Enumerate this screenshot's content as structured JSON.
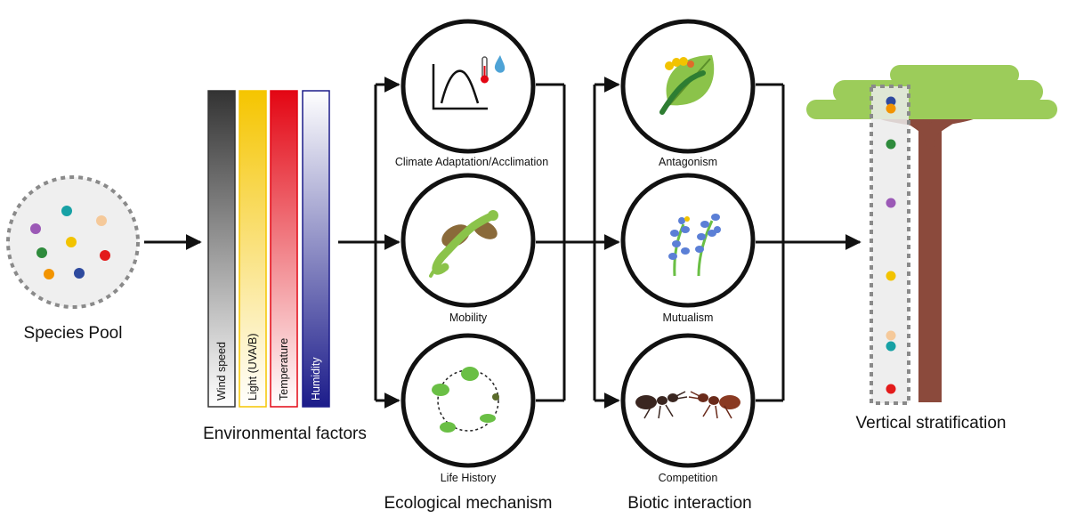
{
  "species_pool": {
    "label": "Species Pool",
    "dot_colors": [
      "#9b59b6",
      "#17a1a5",
      "#f5c99a",
      "#f2c300",
      "#2e8b3c",
      "#e31b1b",
      "#f29400",
      "#2e4a9e"
    ]
  },
  "environmental_factors": {
    "label": "Environmental factors",
    "bars": [
      {
        "label": "Wind speed",
        "color": "#333333"
      },
      {
        "label": "Light (UVA/B)",
        "color": "#f5c500"
      },
      {
        "label": "Temperature",
        "color": "#e30613"
      },
      {
        "label": "Humidity",
        "color": "#1c1c8a"
      }
    ]
  },
  "ecological_mechanism": {
    "label": "Ecological mechanism",
    "items": [
      {
        "label": "Climate Adaptation/Acclimation",
        "icon": "thermal-curve-icon"
      },
      {
        "label": "Mobility",
        "icon": "lizard-icon"
      },
      {
        "label": "Life History",
        "icon": "frog-life-cycle-icon"
      }
    ]
  },
  "biotic_interaction": {
    "label": "Biotic interaction",
    "items": [
      {
        "label": "Antagonism",
        "icon": "caterpillar-leaf-icon"
      },
      {
        "label": "Mutualism",
        "icon": "pollinator-flower-icon"
      },
      {
        "label": "Competition",
        "icon": "ants-icon"
      }
    ]
  },
  "vertical_stratification": {
    "label": "Vertical stratification",
    "dot_colors": [
      "#2e4a9e",
      "#f29400",
      "#2e8b3c",
      "#9b59b6",
      "#f2c300",
      "#f5c99a",
      "#17a1a5",
      "#e31b1b"
    ]
  }
}
